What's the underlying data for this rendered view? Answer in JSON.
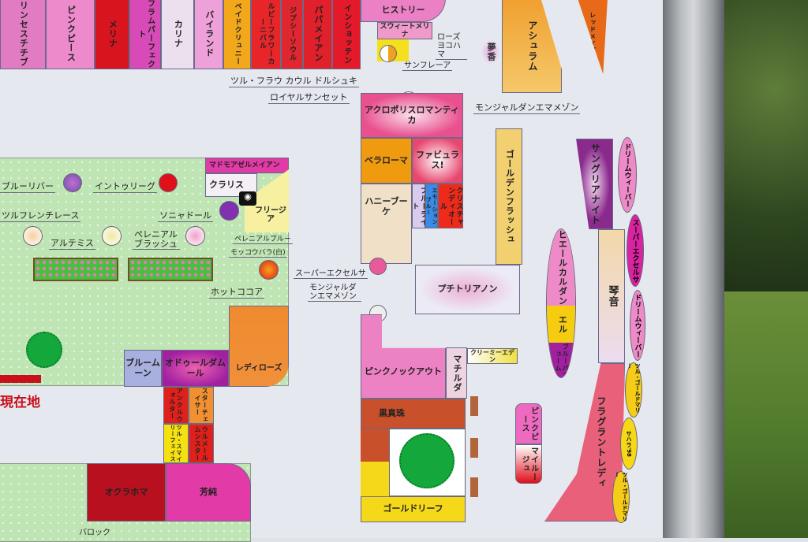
{
  "top_row": [
    "リンセスチチブ",
    "ピンクピース",
    "メリナ",
    "フラムパーフェクト",
    "カリナ",
    "バイランド",
    "ベイドクリュニー",
    "ルビーフラワーカーニバル",
    "ジプシーソウル",
    "パパメイアン",
    "インショッテン"
  ],
  "top_right": {
    "history": "ヒストリー",
    "sweet_melina": "スウィートメリナ",
    "rose_yokohama": "ローズヨコハマ",
    "sunflare": "サンフレーア",
    "yumeka": "夢香",
    "ashram": "アシュラム",
    "red_made": "レッドメイデン",
    "tsuru_flau": "ツル・フラウ カウル ドルシュキ",
    "royal_sunset": "ロイヤルサンセット",
    "mon_jardin_1": "モンジャルダンエマメゾン"
  },
  "center": {
    "acropolis": "アクロポリスロマンティカ",
    "bella_roma": "ベラローマ",
    "fabulous": "ファビュラス!",
    "honey_bouquet": "ハニーブーケ",
    "blue_light": "ブルーライト",
    "emotion_blue": "エモーションブルー",
    "christian_dior": "クリスチャンディオール",
    "golden_flash": "ゴールデンフラッシュ",
    "super_excelsa": "スーパーエクセルサ",
    "mon_jardin_2": "モンジャルダンエマメゾン",
    "petit_trianon": "プチトリアノン",
    "pink_knockout": "ピンクノックアウト",
    "mathilda": "マチルダ",
    "creamy_eden": "クリーミーエデン",
    "kokushinju": "黒真珠",
    "gold_leaf": "ゴールドリーフ"
  },
  "right": {
    "sangria": "サングリアナイト",
    "kotone": "琴音",
    "fragrant_lady": "フラグラントレディ",
    "dream_weaver_1": "ドリームウィーバー",
    "super_excelsa": "スーパーエクセルサ",
    "dream_weaver_2": "ドリームウィーバー",
    "tsuru_gold_1": "ツル・ゴールドマリー",
    "sahara": "サハラ'98",
    "tsuru_gold_2": "ツル・ゴールドマリー",
    "pierre_cardin": "ピエールカルダン",
    "elle": "エル",
    "blue_perfume": "ブルーパフューム",
    "pink_peace": "ピンクピース",
    "mairouge": "マイルージュ"
  },
  "left": {
    "blue_river": "ブルーリバー",
    "into": "イントゥリーグ",
    "tsuru_frenzy": "ツルフレンチレース",
    "artemis": "アルテミス",
    "perennial_blush": "ペレニアルブラッシュ",
    "sonia": "ソニャドール",
    "mademoiselle": "マドモアゼルメイアン",
    "clarice": "クラリス",
    "freesia": "フリージア",
    "perennial_blue": "ペレニアルブルー",
    "mokko": "モッコウバラ(白)",
    "hot_cocoa": "ホットココア",
    "current_location": "現在地",
    "blue_moon": "ブルームーン",
    "odour": "オドゥールダムール",
    "lady_rose": "レディローズ",
    "angel": "アンクルウォルター",
    "star": "スターチェイサー",
    "tsuru_smiley": "ツル・スマイリーフェイス",
    "ulmer": "ウルメールムンスター",
    "oklahoma": "オクラホマ",
    "houjun": "芳純",
    "baroque": "バロック"
  },
  "colors": {
    "sign": "#e6e8f0",
    "pink": "#e870b8",
    "red": "#d9162a",
    "magenta": "#d63aa8",
    "orange": "#f0a020",
    "yellow": "#f5dc1a",
    "purple": "#8a2a9a",
    "green": "#bfe5b4"
  }
}
